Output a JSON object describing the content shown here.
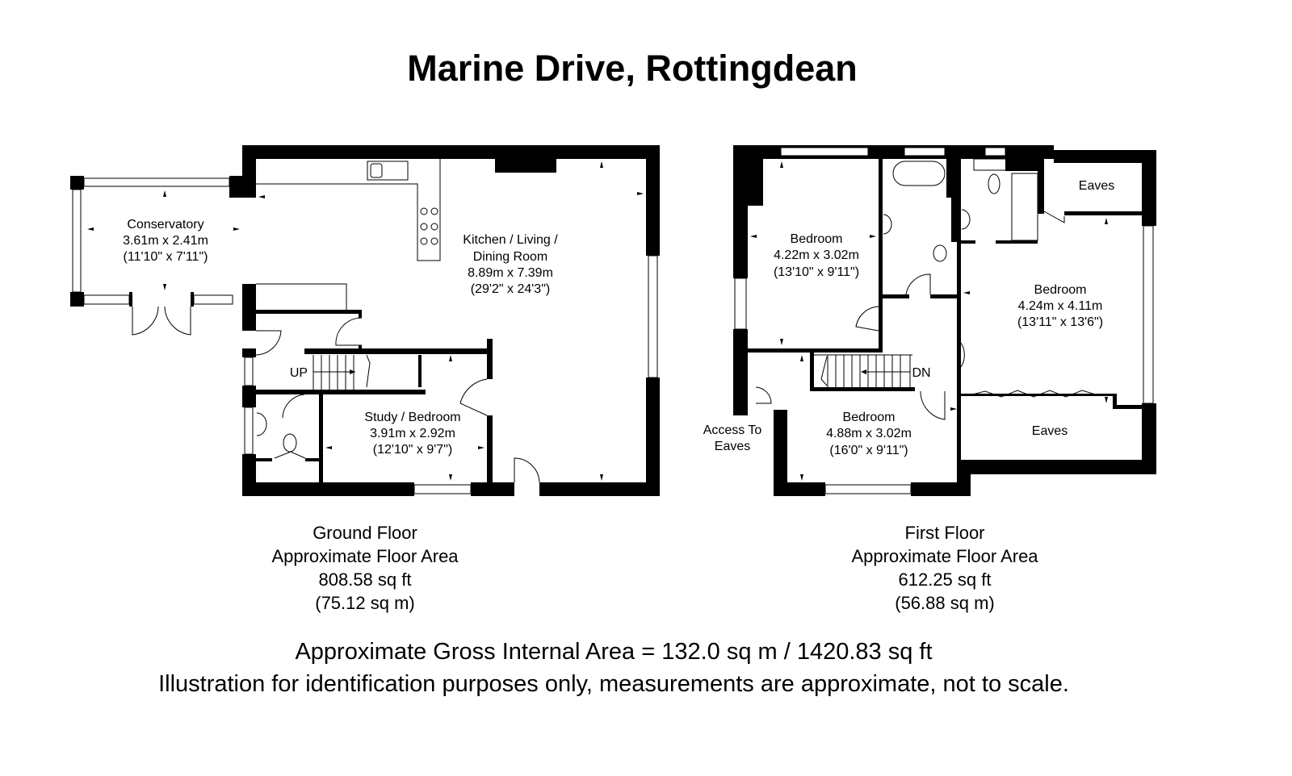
{
  "title": "Marine Drive, Rottingdean",
  "ground_floor": {
    "rooms": [
      {
        "name": "Conservatory",
        "metric": "3.61m x 2.41m",
        "imperial": "(11'10\" x 7'11\")"
      },
      {
        "name_line1": "Kitchen / Living /",
        "name_line2": "Dining Room",
        "metric": "8.89m x 7.39m",
        "imperial": "(29'2\" x 24'3\")"
      },
      {
        "name": "Study / Bedroom",
        "metric": "3.91m x 2.92m",
        "imperial": "(12'10\" x 9'7\")"
      }
    ],
    "stair_label": "UP",
    "caption": {
      "floor": "Ground Floor",
      "label": "Approximate Floor Area",
      "sqft": "808.58 sq ft",
      "sqm": "(75.12 sq m)"
    }
  },
  "first_floor": {
    "rooms": [
      {
        "name": "Bedroom",
        "metric": "4.22m x 3.02m",
        "imperial": "(13'10\" x 9'11\")"
      },
      {
        "name": "Bedroom",
        "metric": "4.24m x 4.11m",
        "imperial": "(13'11\" x 13'6\")"
      },
      {
        "name": "Bedroom",
        "metric": "4.88m x 3.02m",
        "imperial": "(16'0\" x 9'11\")"
      },
      {
        "name": "Eaves"
      },
      {
        "name": "Eaves"
      },
      {
        "name_line1": "Access To",
        "name_line2": "Eaves"
      }
    ],
    "stair_label": "DN",
    "caption": {
      "floor": "First Floor",
      "label": "Approximate Floor Area",
      "sqft": "612.25 sq ft",
      "sqm": "(56.88 sq m)"
    }
  },
  "footer": {
    "gross_area": "Approximate Gross Internal Area = 132.0 sq m / 1420.83 sq ft",
    "disclaimer": "Illustration for identification purposes only, measurements are approximate, not to scale."
  }
}
